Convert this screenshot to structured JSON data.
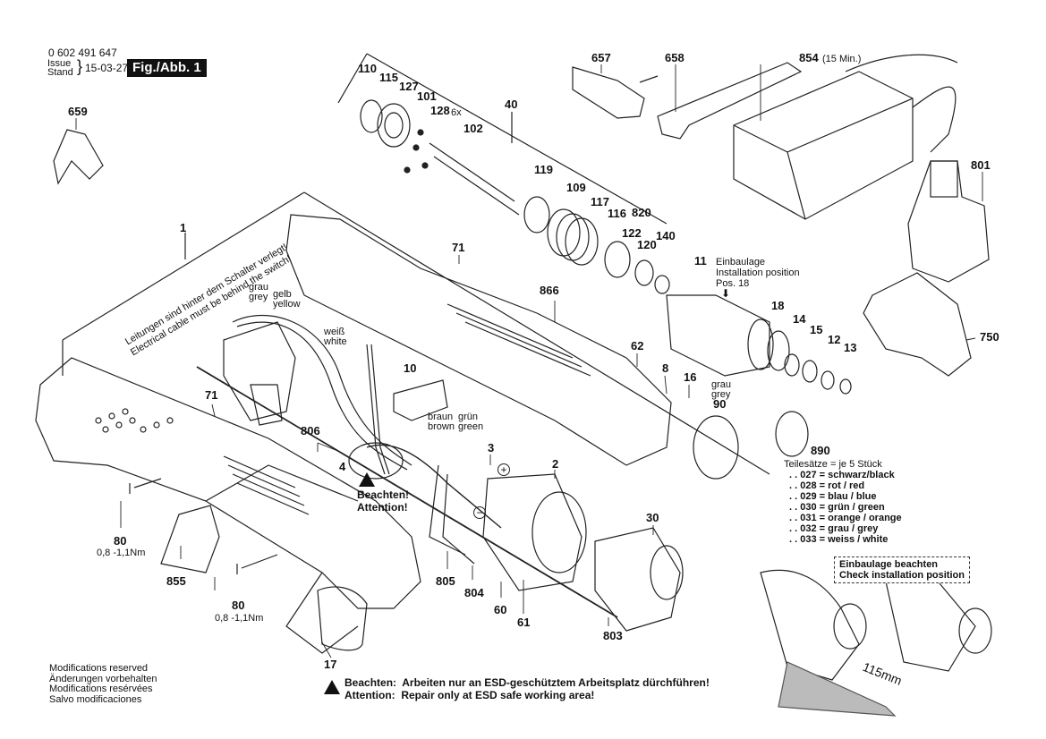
{
  "header": {
    "part_number": "0 602 491 647",
    "issue_label": "Issue",
    "stand_label": "Stand",
    "issue_date": "15-03-27",
    "figure_label": "Fig./Abb. 1"
  },
  "part_labels": {
    "p1": "1",
    "p2": "2",
    "p3": "3",
    "p4": "4",
    "p8": "8",
    "p10": "10",
    "p11": "11",
    "p12": "12",
    "p13": "13",
    "p14": "14",
    "p15": "15",
    "p16": "16",
    "p17": "17",
    "p18": "18",
    "p30": "30",
    "p40": "40",
    "p60": "60",
    "p61": "61",
    "p62": "62",
    "p71a": "71",
    "p71b": "71",
    "p80a": "80",
    "p80b": "80",
    "p90": "90",
    "p101": "101",
    "p102": "102",
    "p109": "109",
    "p110": "110",
    "p115": "115",
    "p116": "116",
    "p117": "117",
    "p119": "119",
    "p120": "120",
    "p122": "122",
    "p127": "127",
    "p128": "128",
    "p128_qty": "6x",
    "p140": "140",
    "p657": "657",
    "p658": "658",
    "p659": "659",
    "p750": "750",
    "p801": "801",
    "p803": "803",
    "p804": "804",
    "p805": "805",
    "p806": "806",
    "p820": "820",
    "p854": "854",
    "p854_note": "(15 Min.)",
    "p855": "855",
    "p866": "866",
    "p890": "890"
  },
  "torque": {
    "a": "0,8 -1,1Nm",
    "b": "0,8 -1,1Nm"
  },
  "wire_labels": {
    "grau_de": "grau",
    "grau_en": "grey",
    "gelb_de": "gelb",
    "gelb_en": "yellow",
    "weiss_de": "weiß",
    "weiss_en": "white",
    "braun_de": "braun",
    "braun_en": "brown",
    "gruen_de": "grün",
    "gruen_en": "green",
    "grau90_de": "grau",
    "grau90_en": "grey",
    "plus": "+",
    "minus": "−"
  },
  "notes": {
    "cable_de": "Leitungen sind hinter dem Schalter verlegt!",
    "cable_en": "Electrical cable must be behind the switch!",
    "install_de": "Einbaulage",
    "install_en": "Installation position",
    "install_pos": "Pos. 18",
    "attention_de": "Beachten!",
    "attention_en": "Attention!",
    "check_install_de": "Einbaulage beachten",
    "check_install_en": "Check installation position",
    "measure": "115mm"
  },
  "kit_legend": {
    "title": "Teilesätze = je 5 Stück",
    "items": [
      ". . 027 = schwarz/black",
      ". . 028 = rot / red",
      ". . 029 = blau / blue",
      ". . 030 = grün / green",
      ". . 031 = orange / orange",
      ". . 032 = grau / grey",
      ". . 033 = weiss / white"
    ]
  },
  "footer": {
    "modifications": [
      "Modifications reserved",
      "Änderungen vorbehalten",
      "Modifications resérvées",
      "Salvo modificaciones"
    ],
    "esd_de_label": "Beachten:",
    "esd_de_text": "Arbeiten nur an ESD-geschütztem Arbeitsplatz dürchführen!",
    "esd_en_label": "Attention:",
    "esd_en_text": "Repair only at ESD safe working area!"
  }
}
